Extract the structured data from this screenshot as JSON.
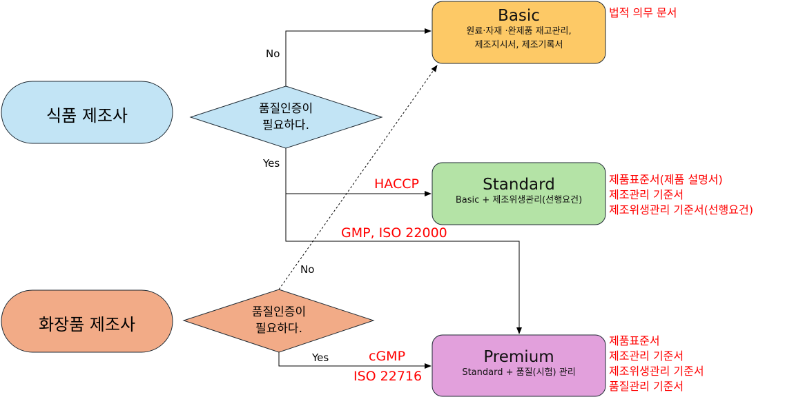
{
  "start_nodes": {
    "food": "식품 제조사",
    "cosmetic": "화장품 제조사"
  },
  "decisions": {
    "food": [
      "품질인증이",
      "필요하다."
    ],
    "cosmetic": [
      "품질인증이",
      "필요하다."
    ]
  },
  "levels": {
    "basic": {
      "title": "Basic",
      "sub": [
        "원료·자재 ·완제품 재고관리,",
        "제조지시서, 제조기록서"
      ],
      "notes": [
        "법적 의무 문서"
      ]
    },
    "standard": {
      "title": "Standard",
      "sub": [
        "Basic + 제조위생관리(선행요건)"
      ],
      "notes": [
        "제품표준서(제품 설명서)",
        "제조관리 기준서",
        "제조위생관리 기준서(선행요건)"
      ]
    },
    "premium": {
      "title": "Premium",
      "sub": [
        "Standard + 품질(시험) 관리"
      ],
      "notes": [
        "제품표준서",
        "제조관리 기준서",
        "제조위생관리 기준서",
        "품질관리 기준서"
      ]
    }
  },
  "edge_labels": {
    "food_no": "No",
    "food_yes": "Yes",
    "haccp": "HACCP",
    "gmp": "GMP, ISO 22000",
    "cos_no": "No",
    "cos_yes": "Yes",
    "cgmp": "cGMP",
    "iso22716": "ISO 22716"
  },
  "colors": {
    "food": "#c2e4f5",
    "cosmetic": "#f2ab87",
    "basic": "#fdc966",
    "standard": "#b4e3a6",
    "premium": "#e2a0dc",
    "note": "#ff0000"
  }
}
